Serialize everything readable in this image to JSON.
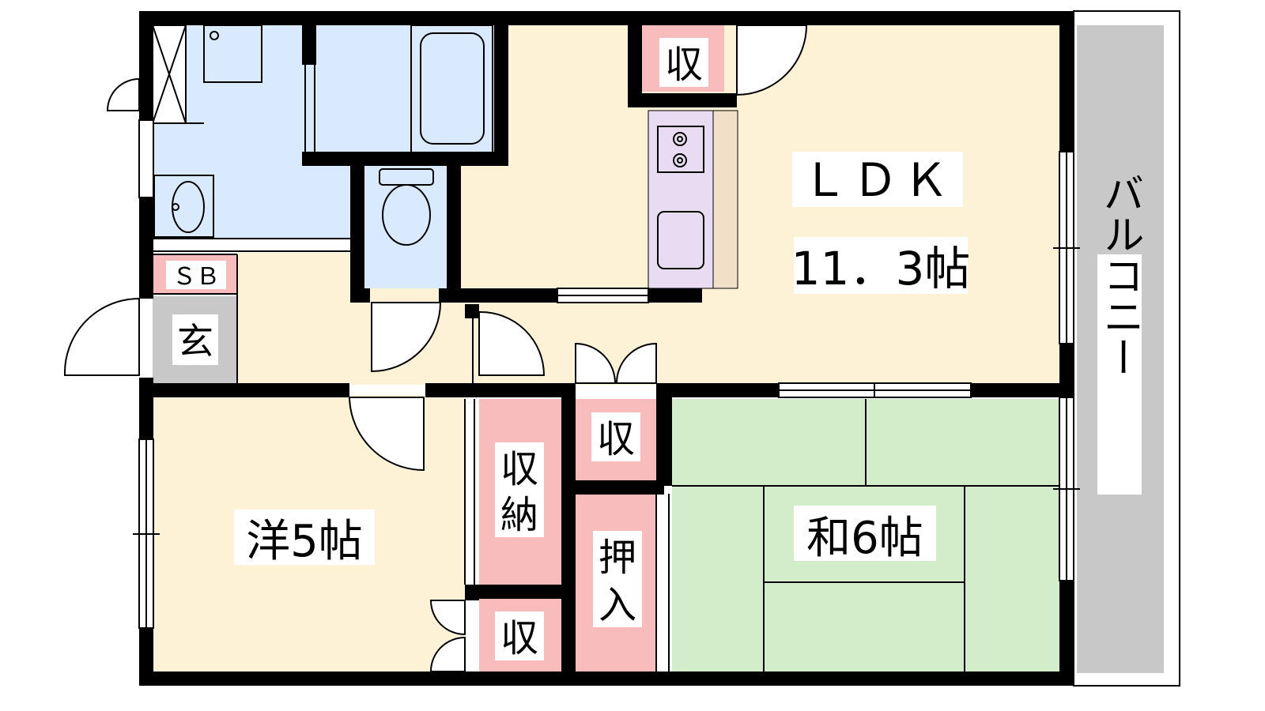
{
  "colors": {
    "wall": "#000000",
    "wet_area": "#d9eaff",
    "living": "#fdf1d6",
    "storage": "#f8bcbc",
    "tatami": "#d3ecc9",
    "kitchen": "#e9dbf2",
    "entrance": "#c8c8c8",
    "balcony": "#c8c8c8",
    "counter": "#f1e0c7"
  },
  "rooms": {
    "ldk_label": "ＬＤＫ",
    "ldk_size": "11．3帖",
    "western": "洋5帖",
    "japanese": "和6帖",
    "balcony": "バルコニー",
    "entrance": "玄",
    "shoe_box": "ＳＢ",
    "storage_top": "収",
    "storage_hall": "収",
    "storage_small": "収",
    "closet_1": "収",
    "closet_2": "納",
    "oshiire_1": "押",
    "oshiire_2": "入"
  }
}
